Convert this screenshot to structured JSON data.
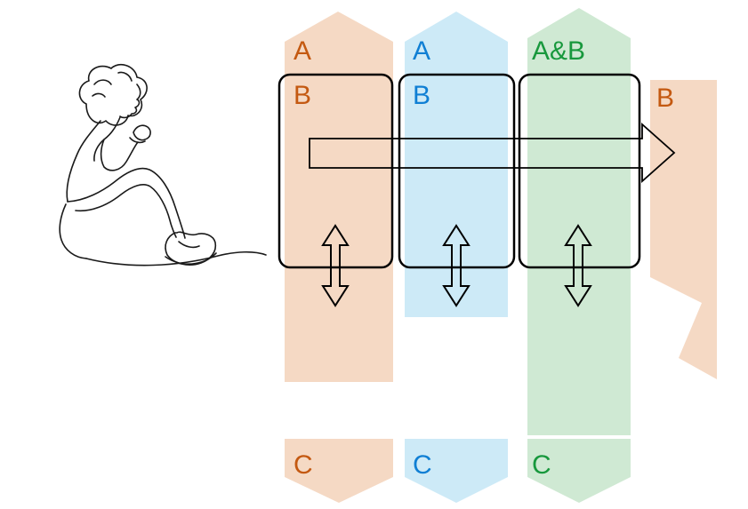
{
  "diagram": {
    "description": "Flow diagram: person sketch beside three labeled vertical bands (A, A, A&B) with boxed B stages, a rightward flow arrow to band B, exchange arrows, and C bands below",
    "background": "#ffffff",
    "outline_color": "#000000",
    "sketch_color": "#1a1a1a",
    "columns": [
      {
        "top_label": "A",
        "box_label": "B",
        "bottom_label": "C",
        "band_color": "#f5d9c4",
        "label_color": "#c45911"
      },
      {
        "top_label": "A",
        "box_label": "B",
        "bottom_label": "C",
        "band_color": "#cdeaf7",
        "label_color": "#0f7fd4"
      },
      {
        "top_label": "A&B",
        "box_label": "",
        "bottom_label": "C",
        "band_color": "#cfe9d3",
        "label_color": "#18983d"
      }
    ],
    "right_band": {
      "label": "B",
      "band_color": "#f5d9c4",
      "label_color": "#c45911"
    },
    "icons": {
      "person": "person-sitting-line-art",
      "flow_arrow": "right-arrow-outline",
      "exchange_arrow": "up-down-double-arrow-outline"
    }
  }
}
